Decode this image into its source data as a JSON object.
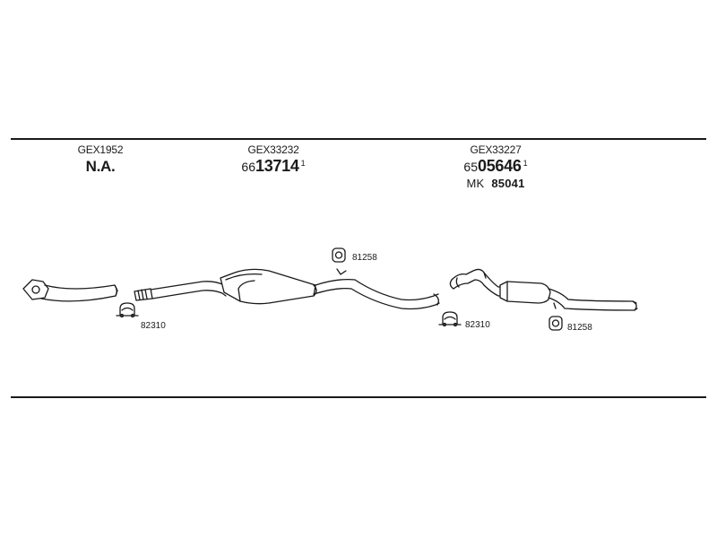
{
  "columns": [
    {
      "code": "GEX1952",
      "main": "N.A."
    },
    {
      "code": "GEX33232",
      "prefix": "66",
      "number": "13714",
      "superscript": "1"
    },
    {
      "code": "GEX33227",
      "prefix": "65",
      "number": "05646",
      "superscript": "1",
      "extra_label": "MK",
      "extra_value": "85041"
    }
  ],
  "part_labels": {
    "clamp_left": "82310",
    "hanger_top": "81258",
    "clamp_right": "82310",
    "hanger_bottom": "81258"
  }
}
